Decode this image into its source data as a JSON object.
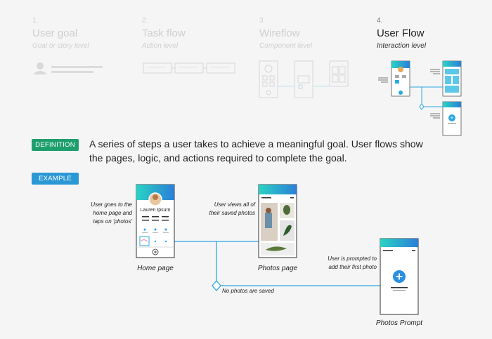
{
  "stages": [
    {
      "num": "1.",
      "title": "User goal",
      "subtitle": "Goal or story level"
    },
    {
      "num": "2.",
      "title": "Task flow",
      "subtitle": "Action level"
    },
    {
      "num": "3.",
      "title": "Wireflow",
      "subtitle": "Component level"
    },
    {
      "num": "4.",
      "title": "User Flow",
      "subtitle": "Interaction level"
    }
  ],
  "definition": {
    "badge": "DEFINITION",
    "text": "A series of steps a user takes to achieve a meaningful goal. User flows show the pages, logic, and actions required to complete the goal."
  },
  "example": {
    "badge": "EXAMPLE",
    "profile_name": "Lauren Ipsum",
    "notes": {
      "home": "User goes to the home page and taps on 'photos'",
      "photos": "User views all of their saved photos",
      "prompt": "User is prompted to add their first photo",
      "no_photos": "No photos are saved"
    },
    "captions": {
      "home": "Home page",
      "photos": "Photos page",
      "prompt": "Photos Prompt"
    }
  },
  "colors": {
    "accent_blue": "#2aa8e0",
    "definition_green": "#1f9e6d",
    "example_blue": "#2b98d6",
    "faded": "#d6d6d6"
  },
  "icons": [
    "avatar-icon",
    "plus-icon",
    "photo-thumbnails"
  ]
}
